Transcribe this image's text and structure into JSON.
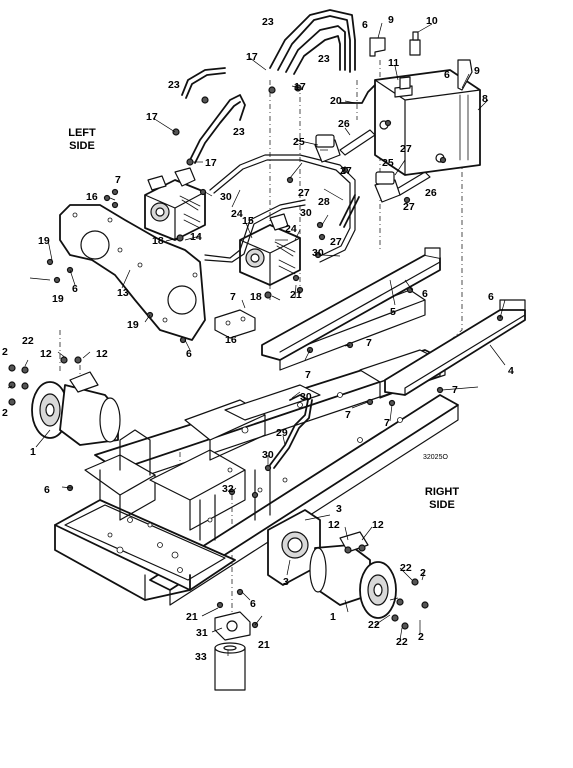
{
  "labels": {
    "left_side_1": "LEFT",
    "left_side_2": "SIDE",
    "right_side_1": "RIGHT",
    "right_side_2": "SIDE",
    "figure_id": "32025O"
  },
  "callouts": [
    "1",
    "2",
    "3",
    "4",
    "5",
    "6",
    "7",
    "8",
    "9",
    "10",
    "11",
    "12",
    "13",
    "14",
    "15",
    "16",
    "17",
    "18",
    "19",
    "20",
    "21",
    "22",
    "23",
    "24",
    "25",
    "26",
    "27",
    "28",
    "29",
    "30",
    "31",
    "32",
    "33"
  ]
}
